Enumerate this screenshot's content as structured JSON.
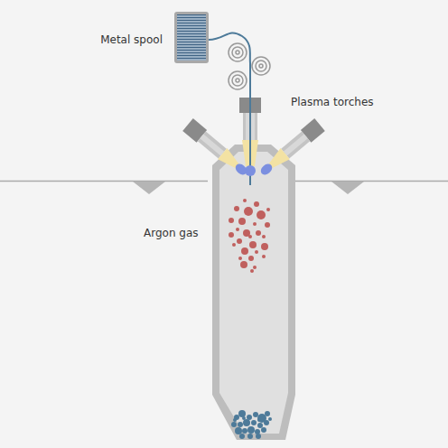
{
  "diagram": {
    "labels": [
      "Metal spool",
      "Plasma torches",
      "Argon gas"
    ]
  }
}
